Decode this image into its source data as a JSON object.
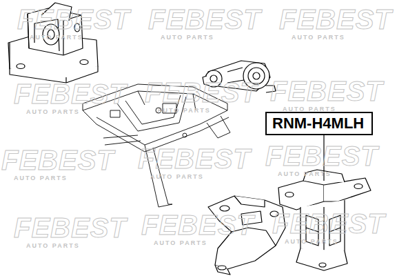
{
  "diagram": {
    "nodes": [
      {
        "text": [
          "RNM-H4MLH"
        ]
      }
    ],
    "labels": [
      "FEBEST",
      "AUTO PARTS",
      "FEBEST",
      "AUTO PARTS",
      "FEBEST",
      "AUTO PARTS",
      "FEBEST",
      "AUTO PARTS",
      "FEBEST",
      "AUTO PARTS",
      "FEBEST",
      "AUTO PARTS",
      "FEBEST",
      "AUTO PARTS",
      "FEBEST",
      "AUTO PARTS",
      "FEBEST",
      "AUTO PARTS",
      "FEBEST",
      "AUTO PARTS",
      "FEBEST",
      "AUTO PARTS",
      "FEBEST",
      "AUTO PARTS"
    ]
  }
}
